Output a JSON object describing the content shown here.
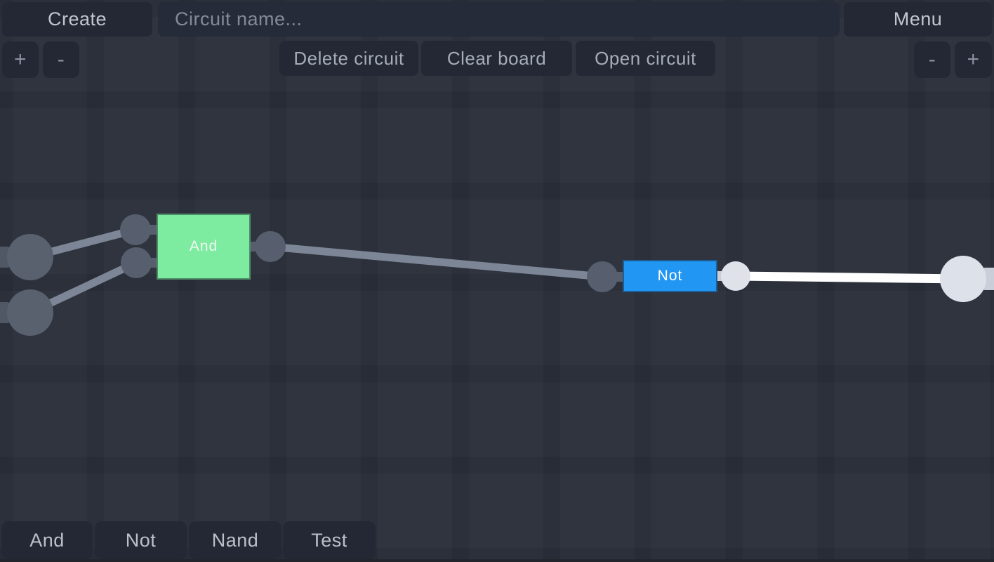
{
  "header": {
    "create_label": "Create",
    "circuit_name_placeholder": "Circuit name...",
    "menu_label": "Menu"
  },
  "toolbar": {
    "zoom_in_label": "+",
    "zoom_out_label": "-",
    "delete_circuit_label": "Delete circuit",
    "clear_board_label": "Clear board",
    "open_circuit_label": "Open circuit"
  },
  "palette": {
    "items": [
      {
        "label": "And"
      },
      {
        "label": "Not"
      },
      {
        "label": "Nand"
      },
      {
        "label": "Test"
      }
    ]
  },
  "canvas": {
    "gates": [
      {
        "label": "And",
        "color": "#7deca0",
        "text_color": "#eef9f2"
      },
      {
        "label": "Not",
        "color": "#2196f3",
        "text_color": "#ffffff"
      }
    ],
    "colors": {
      "wire_off": "#7d8696",
      "wire_on": "#ffffff",
      "pin_off": "#575f6e",
      "pin_on": "#dfe3e9",
      "node_off": "#59616f",
      "node_on": "#dde1e9",
      "stub_off": "#505866",
      "stub_on": "#c9ced8"
    }
  }
}
